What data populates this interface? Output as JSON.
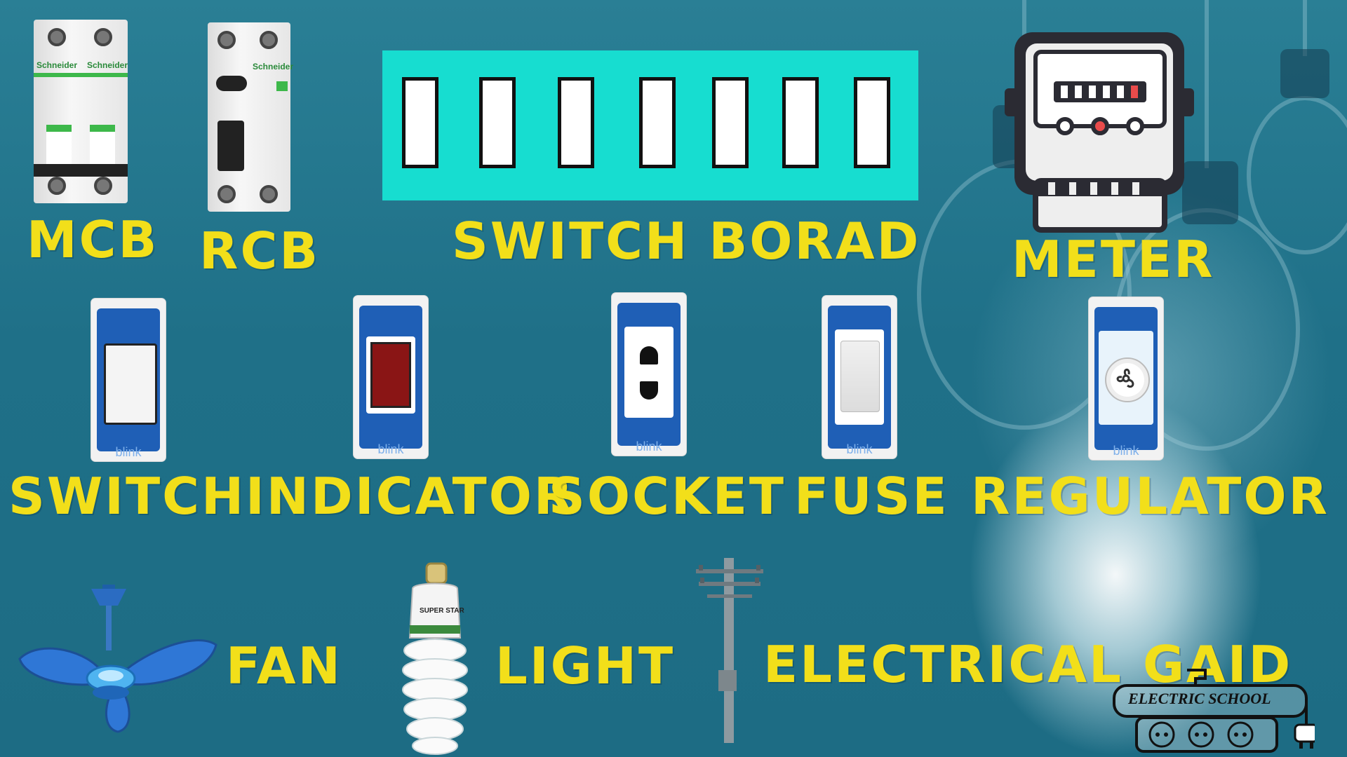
{
  "labels": {
    "mcb": "MCB",
    "rcb": "RCB",
    "switchboard": "SWITCH BORAD",
    "meter": "METER",
    "switch": "SWITCH",
    "indicator": "INDICATOR",
    "socket": "SOCKET",
    "fuse": "FUSE",
    "regulator": "REGULATOR",
    "fan": "FAN",
    "light": "LIGHT",
    "grid": "ELECTRICAL GAID"
  },
  "brands": {
    "breaker": "Schneider",
    "plate": "blink",
    "bulb": "SUPER STAR"
  },
  "logo": {
    "name": "ELECTRIC SCHOOL"
  },
  "colors": {
    "background": "#1f7088",
    "label": "#f2df1a",
    "switchboard": "#17ddd0",
    "plate_blue": "#1f5fb6"
  }
}
